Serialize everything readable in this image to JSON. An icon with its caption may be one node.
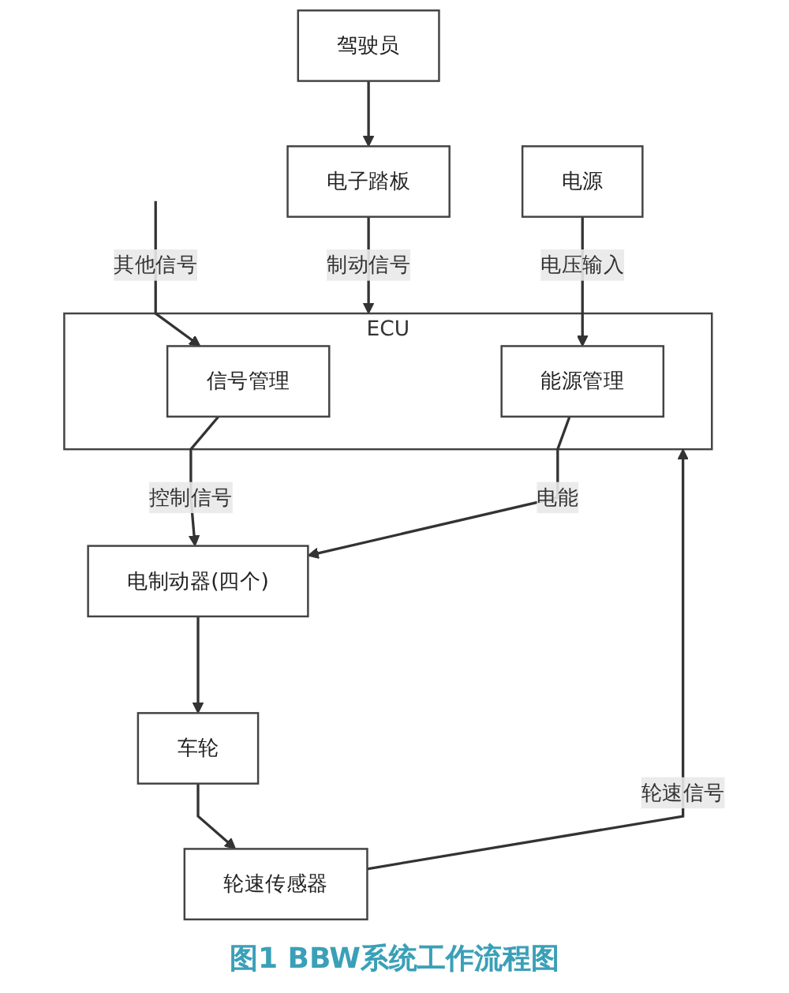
{
  "diagram": {
    "caption": "图1 BBW系统工作流程图",
    "nodes": [
      {
        "text": [
          "驾驶员"
        ]
      },
      {
        "text": [
          "电子踏板"
        ]
      },
      {
        "text": [
          "ECU"
        ]
      },
      {
        "text": [
          "信号管理"
        ],
        "in": 2
      },
      {
        "text": [
          "能源管理"
        ],
        "in": 2
      },
      {
        "text": [
          "电源"
        ]
      },
      {
        "text": [
          "电制动器(四个)"
        ]
      },
      {
        "text": [
          "车轮"
        ]
      },
      {
        "text": [
          "轮速传感器"
        ]
      }
    ],
    "edges": [
      {
        "from": 0,
        "to": 1,
        "arrow": "to"
      },
      {
        "from": 1,
        "to": 2,
        "arrow": "to",
        "label": "制动信号"
      },
      {
        "from": 8,
        "to": 2,
        "arrow": "to",
        "label": "轮速信号"
      },
      {
        "from": null,
        "to": 3,
        "arrow": "to",
        "label": "其他信号"
      },
      {
        "from": 5,
        "to": 4,
        "arrow": "to",
        "label": "电压输入"
      },
      {
        "from": 3,
        "to": 6,
        "arrow": "to",
        "label": "控制信号"
      },
      {
        "from": 4,
        "to": 6,
        "arrow": "to",
        "label": "电能"
      },
      {
        "from": 6,
        "to": 7,
        "arrow": "to"
      },
      {
        "from": 7,
        "to": 8,
        "arrow": "to"
      }
    ]
  }
}
